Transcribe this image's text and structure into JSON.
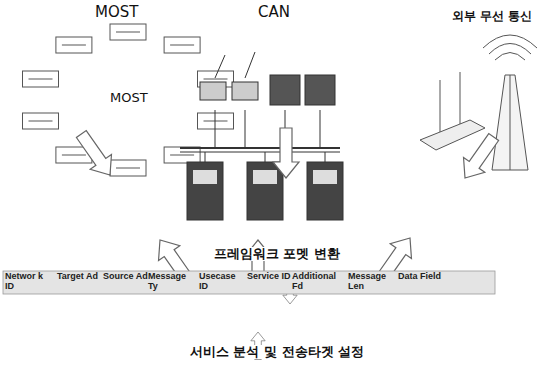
{
  "diagram": {
    "labels": [
      "MOST",
      "CAN",
      "외부 무선 통신",
      "MOST",
      "프레임워크 포멧 변환",
      "Networ k ID",
      "Target Ad",
      "Source Ad",
      "Message Ty",
      "Usecase ID",
      "Service ID",
      "Additional Fd",
      "Message Len",
      "Data Field",
      "서비스 분석 및 전송타겟 설정"
    ]
  }
}
